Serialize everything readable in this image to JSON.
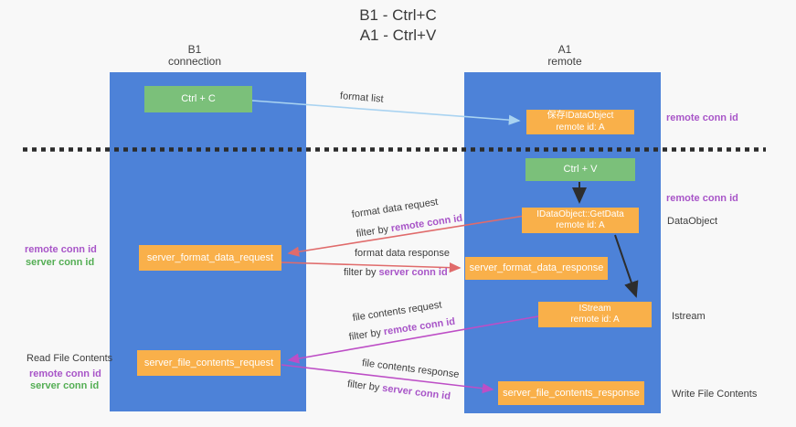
{
  "title": {
    "line1": "B1 - Ctrl+C",
    "line2": "A1 - Ctrl+V"
  },
  "columns": {
    "left": {
      "name": "B1",
      "role": "connection"
    },
    "right": {
      "name": "A1",
      "role": "remote"
    }
  },
  "nodes": {
    "ctrl_c": "Ctrl + C",
    "ctrl_v": "Ctrl + V",
    "save_dataobject": {
      "line1": "保存IDataObject",
      "line2": "remote id: A"
    },
    "getdata": {
      "line1": "IDataObject::GetData",
      "line2": "remote id: A"
    },
    "format_request": "server_format_data_request",
    "format_response": "server_format_data_response",
    "istream": {
      "line1": "IStream",
      "line2": "remote id: A"
    },
    "file_request": "server_file_contents_request",
    "file_response": "server_file_contents_response"
  },
  "arrow_labels": {
    "format_list": "format list",
    "format_data_request": "format data request",
    "format_data_response": "format data response",
    "file_contents_request": "file contents request",
    "file_contents_response": "file contents response",
    "filter_by": "filter by",
    "remote_conn_id": "remote conn id",
    "server_conn_id": "server conn id"
  },
  "annotations": {
    "right_top_remote_conn_id": "remote conn id",
    "right_mid_remote_conn_id": "remote conn id",
    "dataobject": "DataObject",
    "istream": "Istream",
    "write_file_contents": "Write File Contents",
    "left_remote_conn_id_1": "remote conn id",
    "left_server_conn_id_1": "server conn id",
    "read_file_contents": "Read File Contents",
    "left_remote_conn_id_2": "remote conn id",
    "left_server_conn_id_2": "server conn id"
  },
  "colors": {
    "column_blue": "#4d82d8",
    "node_orange": "#f9b04a",
    "node_green": "#7bc07a",
    "arrow_light_blue": "#a9d3f1",
    "arrow_red": "#e06b6b",
    "arrow_magenta": "#bd4ec6",
    "arrow_black": "#2d2d2d",
    "conn_id_purple": "#a855c8",
    "conn_id_green": "#54ae54"
  }
}
